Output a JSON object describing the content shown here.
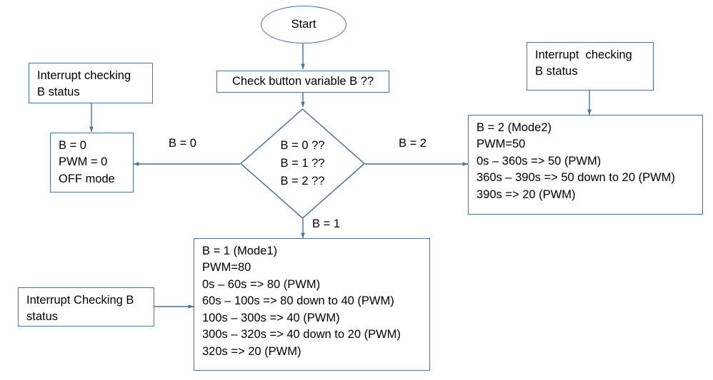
{
  "diagram": {
    "title": "PWM mode selection flowchart",
    "accent_color": "#4472a4",
    "text_color": "#000000",
    "background": "#ffffff"
  },
  "nodes": {
    "start": {
      "label": "Start"
    },
    "check_button": {
      "label": "Check button variable B ??"
    },
    "decision": {
      "line1": "B = 0 ??",
      "line2": "B = 1 ??",
      "line3": "B = 2 ??"
    },
    "interrupt_left": {
      "label": "Interrupt checking\nB status"
    },
    "off_mode": {
      "label": "B = 0\nPWM = 0\nOFF mode"
    },
    "interrupt_right": {
      "label": "Interrupt  checking\nB status"
    },
    "mode2": {
      "label": "B = 2 (Mode2)\nPWM=50\n0s – 360s => 50 (PWM)\n360s – 390s => 50 down to 20 (PWM)\n390s => 20 (PWM)"
    },
    "interrupt_bottom": {
      "label": "Interrupt Checking B\nstatus"
    },
    "mode1": {
      "label": "B = 1 (Mode1)\nPWM=80\n0s – 60s => 80 (PWM)\n60s – 100s => 80 down to 40 (PWM)\n100s – 300s => 40 (PWM)\n300s – 320s => 40 down to 20 (PWM)\n320s => 20 (PWM)"
    }
  },
  "edge_labels": {
    "b_equals_0": "B = 0",
    "b_equals_2": "B = 2",
    "b_equals_1": "B = 1"
  }
}
